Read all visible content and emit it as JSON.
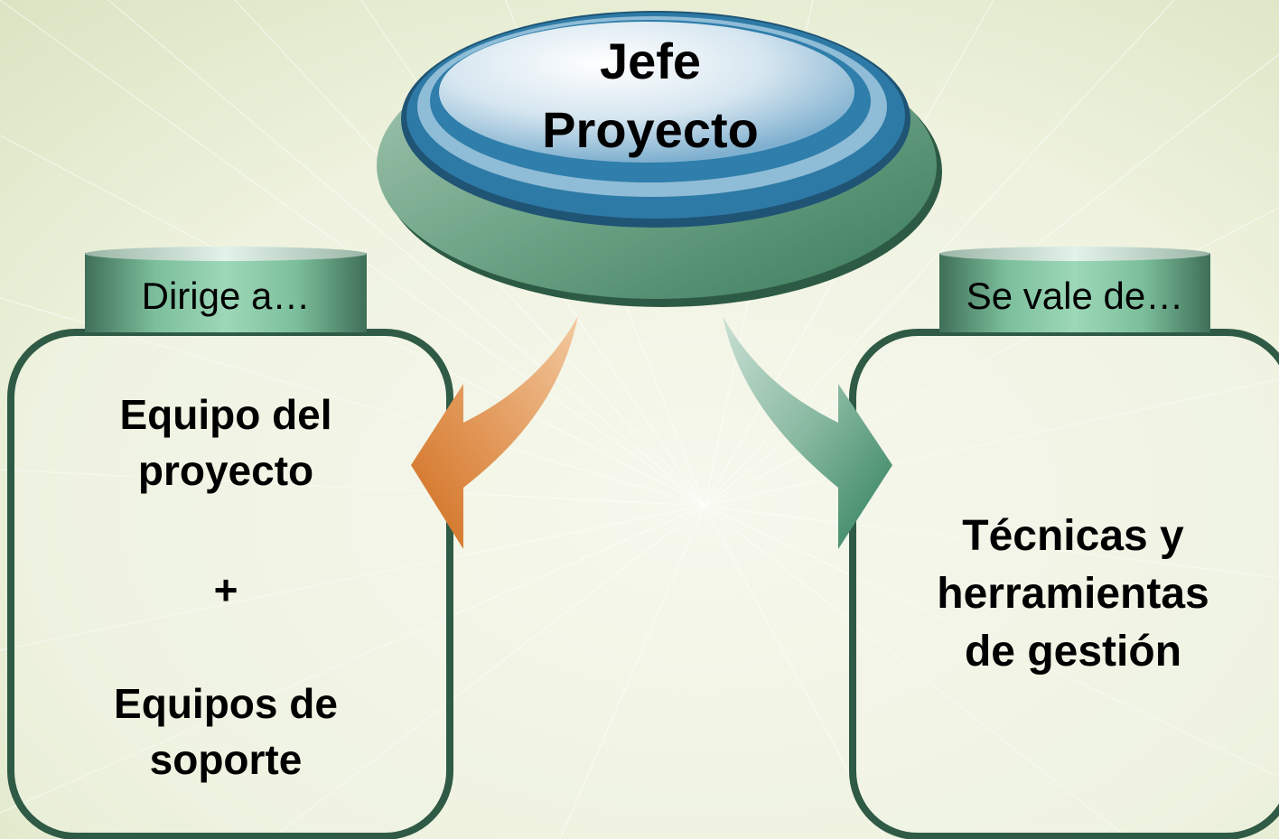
{
  "center": {
    "line1": "Jefe",
    "line2": "Proyecto"
  },
  "left": {
    "tab": "Dirige a…",
    "line1": "Equipo del",
    "line2": "proyecto",
    "plus": "+",
    "line3": "Equipos de",
    "line4": "soporte"
  },
  "right": {
    "tab": "Se vale de…",
    "line1": "Técnicas y",
    "line2": "herramientas",
    "line3": "de gestión"
  },
  "colors": {
    "background_light": "#f4f6ea",
    "background_green": "#dde7c8",
    "ellipse_blue": "#2e7aa6",
    "ellipse_green": "#4f8a6d",
    "box_border": "#2f5a45",
    "tab_green": "#8fcfae",
    "arrow_orange": "#d7782a",
    "arrow_green": "#3e8a6a"
  }
}
